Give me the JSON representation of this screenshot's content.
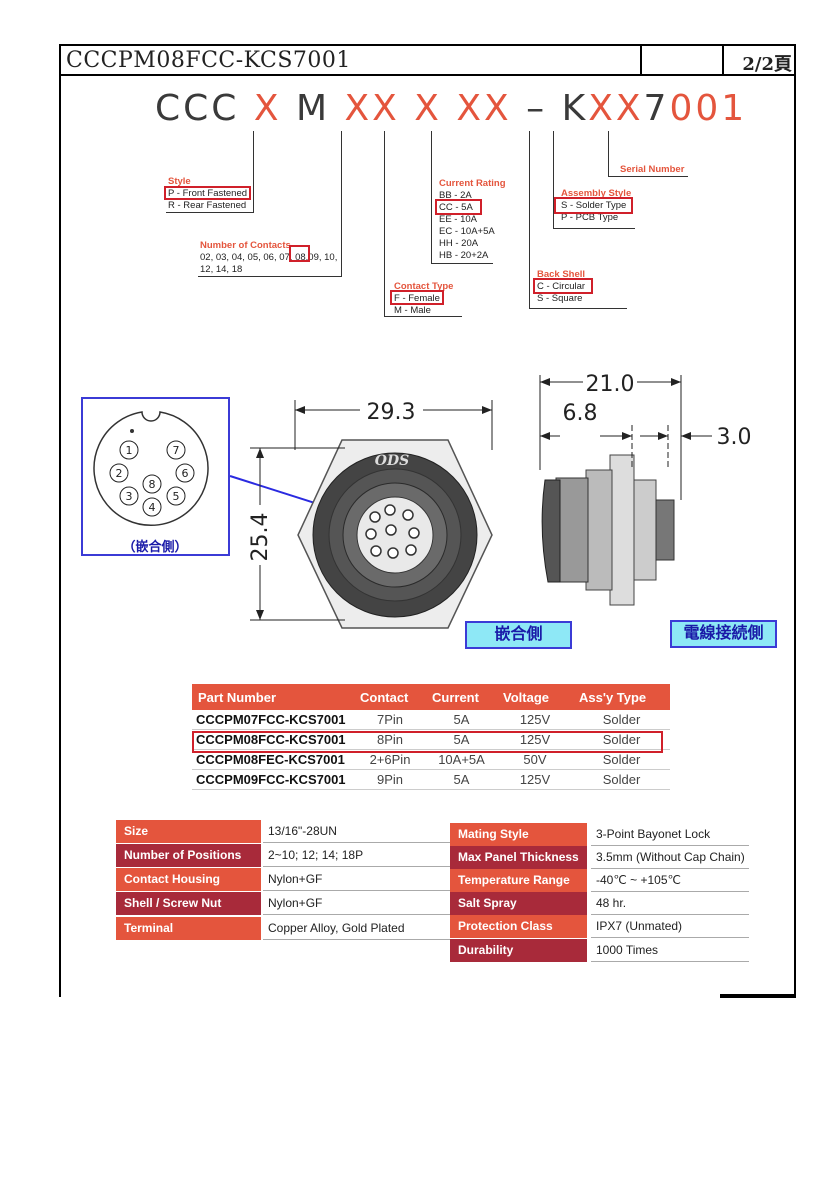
{
  "header": {
    "title": "CCCPM08FCC-KCS7001",
    "page": "2/2頁"
  },
  "code": {
    "parts": [
      {
        "t": "CCC ",
        "c": "g"
      },
      {
        "t": "X",
        "c": "r"
      },
      {
        "t": " M ",
        "c": "g"
      },
      {
        "t": "XX",
        "c": "r"
      },
      {
        "t": " ",
        "c": "g"
      },
      {
        "t": "X",
        "c": "r"
      },
      {
        "t": " ",
        "c": "g"
      },
      {
        "t": "XX",
        "c": "r"
      },
      {
        "t": " – K",
        "c": "g"
      },
      {
        "t": "XX",
        "c": "r"
      },
      {
        "t": "7",
        "c": "g"
      },
      {
        "t": "001",
        "c": "r"
      }
    ]
  },
  "legend": {
    "style": {
      "head": "Style",
      "l1": "P - Front Fastened",
      "l2": "R - Rear Fastened"
    },
    "contacts": {
      "head": "Number of Contacts",
      "l1a": "02, 03, 04, 05, 06, 07,",
      "l1b": "08,",
      "l1c": "09, 10,",
      "l2": "12, 14, 18"
    },
    "contact_type": {
      "head": "Contact Type",
      "l1": "F - Female",
      "l2": "M - Male"
    },
    "rating": {
      "head": "Current Rating",
      "lines": [
        "BB - 2A",
        "CC - 5A",
        "EE - 10A",
        "EC - 10A+5A",
        "HH - 20A",
        "HB - 20+2A"
      ]
    },
    "back_shell": {
      "head": "Back Shell",
      "l1": "C - Circular",
      "l2": "S - Square"
    },
    "assembly": {
      "head": "Assembly Style",
      "l1": "S - Solder Type",
      "l2": "P - PCB Type"
    },
    "serial": {
      "head": "Serial Number"
    }
  },
  "drawing": {
    "dim_width": "29.3",
    "dim_height": "25.4",
    "dim_length": "21.0",
    "dim_6_8": "6.8",
    "dim_3_0": "3.0",
    "brand": "ODS",
    "pins": [
      "1",
      "2",
      "3",
      "4",
      "5",
      "6",
      "7",
      "8"
    ],
    "mating_caption": "（嵌合側）",
    "label_mating": "嵌合側",
    "label_wire": "電線接続側"
  },
  "part_table": {
    "headers": [
      "Part Number",
      "Contact",
      "Current",
      "Voltage",
      "Ass'y Type"
    ],
    "rows": [
      [
        "CCCPM07FCC-KCS7001",
        "7Pin",
        "5A",
        "125V",
        "Solder"
      ],
      [
        "CCCPM08FCC-KCS7001",
        "8Pin",
        "5A",
        "125V",
        "Solder"
      ],
      [
        "CCCPM08FEC-KCS7001",
        "2+6Pin",
        "10A+5A",
        "50V",
        "Solder"
      ],
      [
        "CCCPM09FCC-KCS7001",
        "9Pin",
        "5A",
        "125V",
        "Solder"
      ]
    ]
  },
  "spec_left": [
    {
      "k": "Size",
      "v": "13/16\"-28UN"
    },
    {
      "k": "Number of Positions",
      "v": "2~10; 12; 14; 18P"
    },
    {
      "k": "Contact Housing",
      "v": "Nylon+GF"
    },
    {
      "k": "Shell / Screw Nut",
      "v": "Nylon+GF"
    },
    {
      "k": "Terminal",
      "v": "Copper Alloy, Gold Plated"
    }
  ],
  "spec_right": [
    {
      "k": "Mating Style",
      "v": "3-Point Bayonet Lock"
    },
    {
      "k": "Max Panel Thickness",
      "v": "3.5mm (Without Cap Chain)"
    },
    {
      "k": "Temperature Range",
      "v": "-40℃ ~ +105℃"
    },
    {
      "k": "Salt Spray",
      "v": "48 hr."
    },
    {
      "k": "Protection Class",
      "v": "IPX7 (Unmated)"
    },
    {
      "k": "Durability",
      "v": "1000 Times"
    }
  ],
  "colors": {
    "accent": "#e4553d",
    "accent_dark": "#a82a3a",
    "highlight": "#d0202a",
    "blue": "#3b3bd6",
    "cyan": "#8ee8f6"
  }
}
